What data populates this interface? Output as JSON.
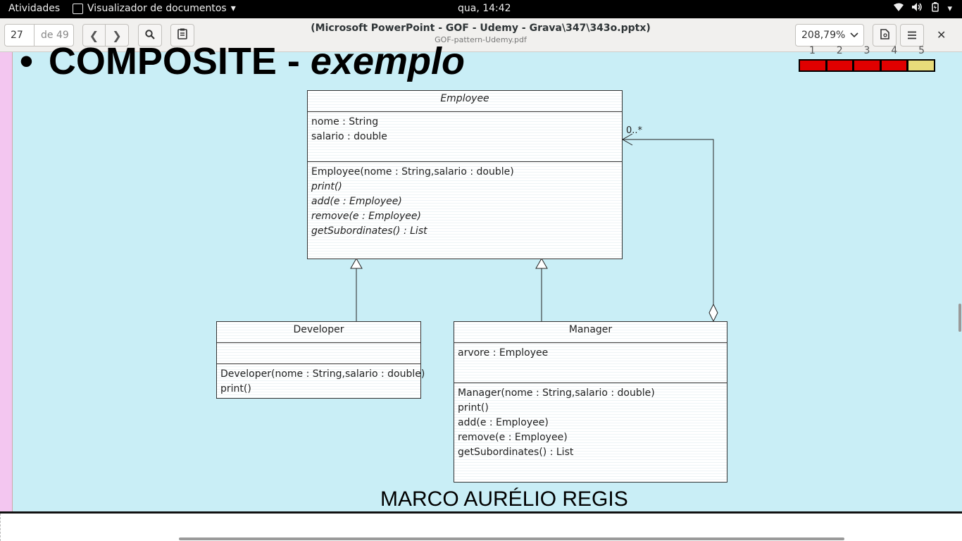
{
  "topbar": {
    "activities": "Atividades",
    "app_name": "Visualizador de documentos",
    "clock": "qua, 14:42"
  },
  "header": {
    "page_current": "27",
    "page_total": "de 49",
    "title": "(Microsoft PowerPoint - GOF - Udemy - Grava\\347\\343o.pptx)",
    "subtitle": "GOF-pattern-Udemy.pdf",
    "zoom": "208,79%"
  },
  "slide": {
    "title_plain": "COMPOSITE - ",
    "title_italic": "exemplo",
    "footer": "MARCO AURÉLIO REGIS",
    "progress_colors": [
      "#e00000",
      "#e00000",
      "#e00000",
      "#e00000",
      "#e8dc7a"
    ]
  },
  "diagram": {
    "employee": {
      "name": "Employee",
      "attributes": [
        "nome : String",
        "salario : double"
      ],
      "methods": [
        {
          "text": "Employee(nome : String,salario : double)",
          "italic": false
        },
        {
          "text": "print()",
          "italic": true
        },
        {
          "text": "add(e : Employee)",
          "italic": true
        },
        {
          "text": "remove(e : Employee)",
          "italic": true
        },
        {
          "text": "getSubordinates() : List",
          "italic": true
        }
      ]
    },
    "developer": {
      "name": "Developer",
      "methods": [
        "Developer(nome : String,salario : double)",
        "print()"
      ]
    },
    "manager": {
      "name": "Manager",
      "attributes": [
        "arvore : Employee"
      ],
      "methods": [
        "Manager(nome : String,salario : double)",
        "print()",
        "add(e : Employee)",
        "remove(e : Employee)",
        "getSubordinates() : List"
      ]
    },
    "multiplicity": "0..*"
  }
}
